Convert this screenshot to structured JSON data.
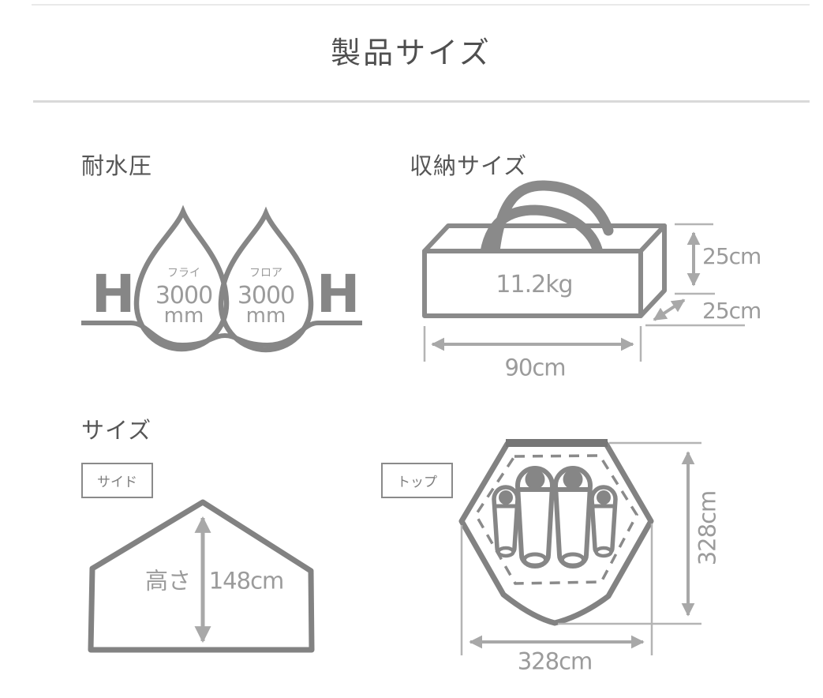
{
  "header": {
    "title": "製品サイズ"
  },
  "water_resistance": {
    "section_title": "耐水圧",
    "hydro_symbol": "H",
    "drops": [
      {
        "label": "フライ",
        "value": "3000",
        "unit": "mm"
      },
      {
        "label": "フロア",
        "value": "3000",
        "unit": "mm"
      }
    ]
  },
  "storage": {
    "section_title": "収納サイズ",
    "weight": "11.2kg",
    "dims": {
      "height": "25cm",
      "depth": "25cm",
      "length": "90cm"
    }
  },
  "size": {
    "section_title": "サイズ",
    "side_view": {
      "tag": "サイド",
      "height_label": "高さ",
      "height": "148cm"
    },
    "top_view": {
      "tag": "トップ",
      "width": "328cm",
      "depth": "328cm",
      "sleepers": 4
    }
  },
  "colors": {
    "line": "#828282",
    "figure_line": "#868686",
    "dim_line": "#a8a8a8",
    "ext_line": "#b4b4b4",
    "text_gray": "#9b9b9b",
    "title_gray": "#565656",
    "divider": "#d9d9d9"
  }
}
